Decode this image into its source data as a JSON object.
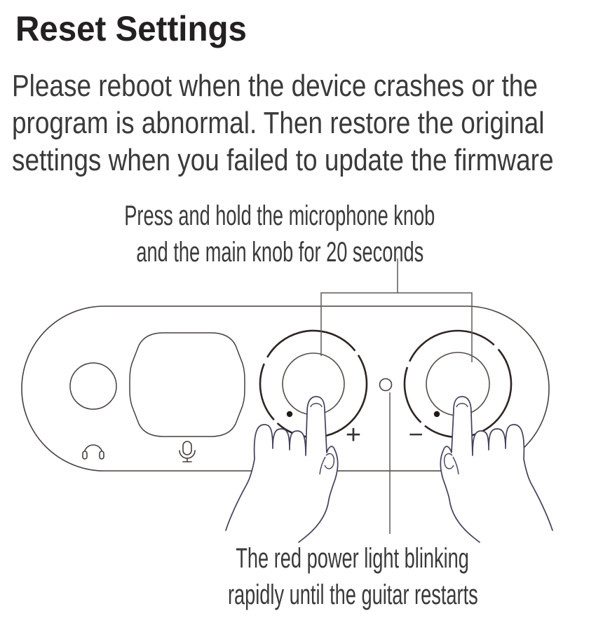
{
  "title": "Reset Settings",
  "body": {
    "lines": [
      "Please reboot when the device crashes or the",
      "program is abnormal. Then restore the original",
      "settings when you failed to update the firmware"
    ]
  },
  "callouts": {
    "knobs": {
      "lines": [
        "Press and hold the microphone knob",
        "and the main knob for 20 seconds"
      ]
    },
    "power": {
      "lines": [
        "The red power light blinking",
        "rapidly until the guitar restarts"
      ]
    }
  },
  "device": {
    "plus_label": "+",
    "minus_label": "−",
    "knobs": [
      "microphone knob",
      "main knob"
    ],
    "icons": [
      "headphone-icon",
      "microphone-icon"
    ]
  },
  "colors": {
    "title_text": "#232021",
    "body_text": "#3a3a3a",
    "line_art": "#483f3c",
    "knob_ring": "#2e2523",
    "hand_line": "#43405a",
    "callout_line": "#5f5a57",
    "dot_fill": "#201b19",
    "background": "#ffffff"
  }
}
